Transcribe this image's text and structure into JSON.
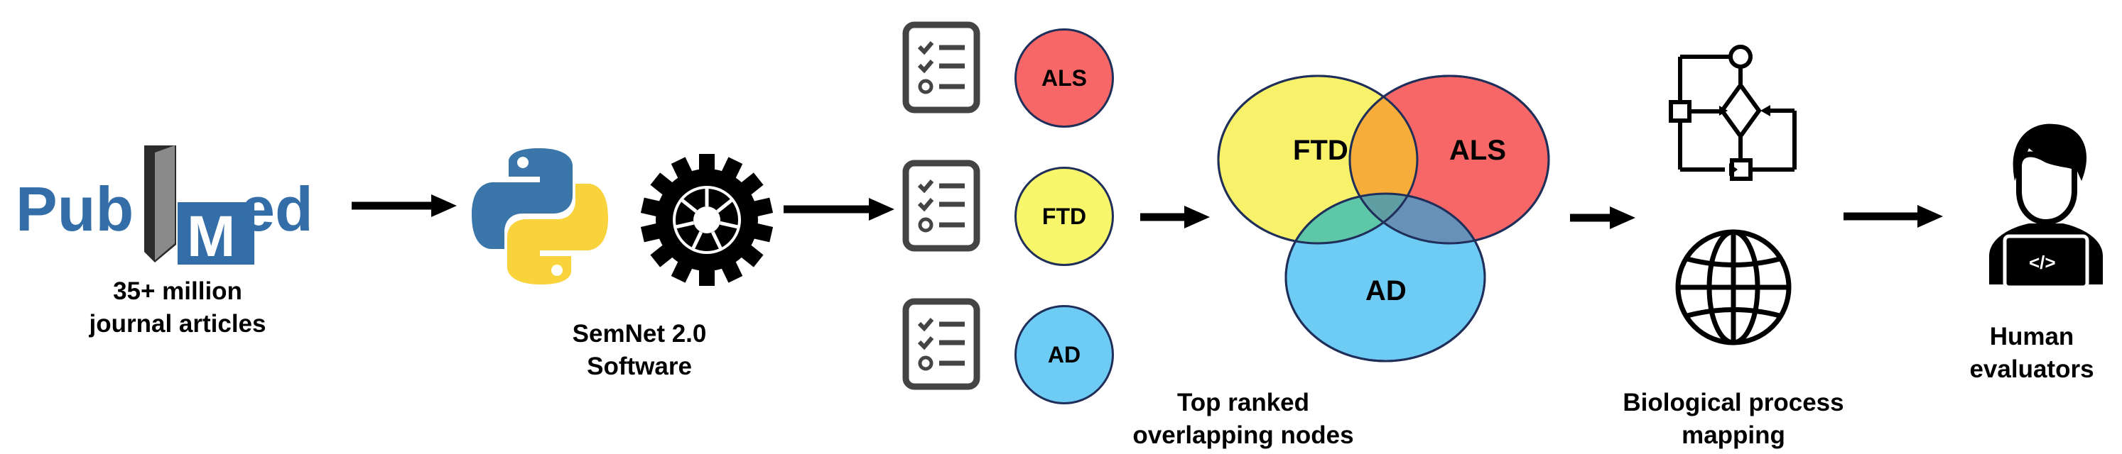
{
  "pubmed": {
    "logo_text_left": "Pub",
    "logo_text_right": "Med",
    "caption_line1": "35+ million",
    "caption_line2": "journal articles",
    "color": "#336ea8"
  },
  "software": {
    "caption_line1": "SemNet 2.0",
    "caption_line2": "Software"
  },
  "lists": [
    {
      "label": "ALS",
      "color": "#f86767"
    },
    {
      "label": "FTD",
      "color": "#f8f66a"
    },
    {
      "label": "AD",
      "color": "#6ecbf3"
    }
  ],
  "venn": {
    "sets": [
      {
        "label": "FTD",
        "color": "#f8f26a"
      },
      {
        "label": "ALS",
        "color": "#f86767"
      },
      {
        "label": "AD",
        "color": "#6ecbf3"
      }
    ],
    "caption_line1": "Top ranked",
    "caption_line2": "overlapping nodes"
  },
  "bio": {
    "caption_line1": "Biological process",
    "caption_line2": "mapping"
  },
  "human": {
    "caption_line1": "Human",
    "caption_line2": "evaluators",
    "screen_glyph": "</>"
  },
  "icons": {
    "python": "python-logo-icon",
    "gear": "gear-icon",
    "checklist": "checklist-icon",
    "flowchart": "flowchart-icon",
    "globe": "globe-icon",
    "person": "developer-person-icon",
    "arrow": "right-arrow-icon"
  }
}
